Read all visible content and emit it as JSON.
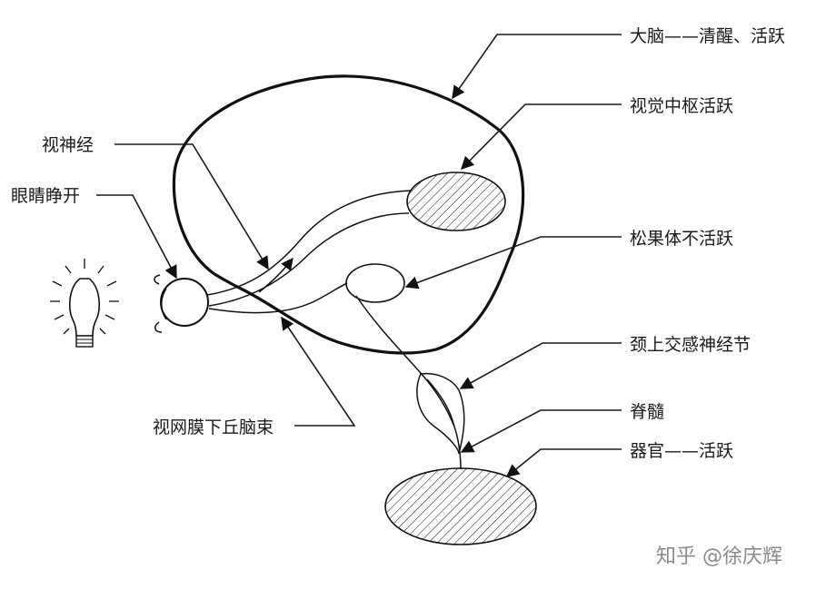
{
  "labels": {
    "brain": "大脑——清醒、活跃",
    "visual_center": "视觉中枢活跃",
    "optic_nerve": "视神经",
    "eyes_open": "眼睛睁开",
    "pineal": "松果体不活跃",
    "cervical_ganglion": "颈上交感神经节",
    "spinal_cord": "脊髓",
    "organ": "器官——活跃",
    "rht": "视网膜下丘脑束"
  },
  "watermark": "知乎 @徐庆辉",
  "colors": {
    "ink": "#111111",
    "watermark": "#8a8a8a"
  }
}
